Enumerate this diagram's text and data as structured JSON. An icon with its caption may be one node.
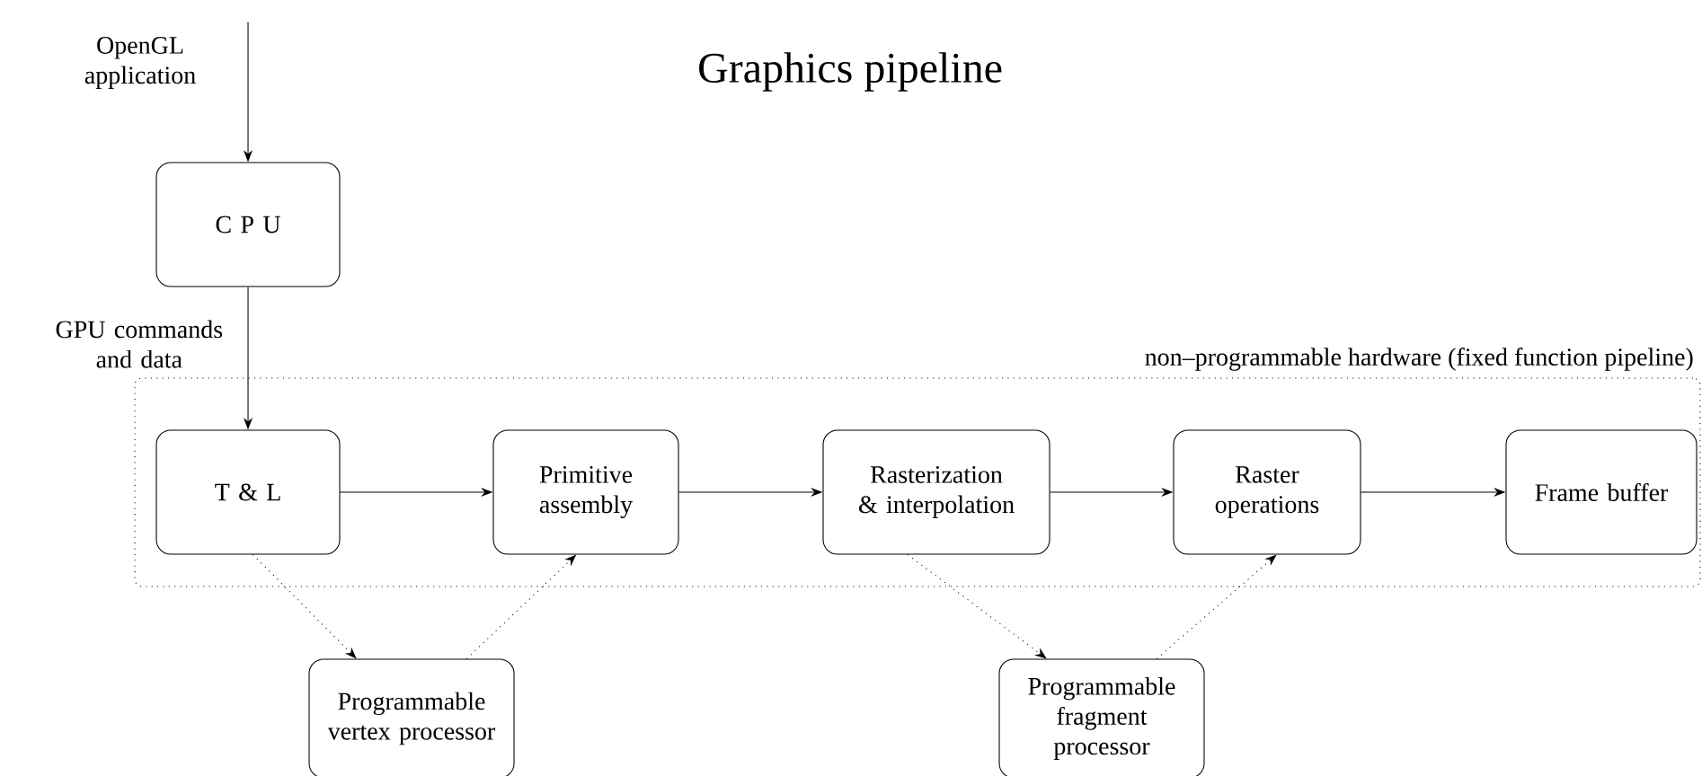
{
  "diagram": {
    "title": "Graphics pipeline",
    "nodes": [
      {
        "text": [
          "non–programmable hardware (fixed function pipeline)"
        ]
      },
      {
        "text": [
          "C P U"
        ]
      },
      {
        "text": [
          "T & L"
        ],
        "in": 0
      },
      {
        "text": [
          "Primitive assembly"
        ],
        "in": 0
      },
      {
        "text": [
          "Rasterization & interpolation"
        ],
        "in": 0
      },
      {
        "text": [
          "Raster operations"
        ],
        "in": 0
      },
      {
        "text": [
          "Frame buffer"
        ],
        "in": 0
      },
      {
        "text": [
          "Programmable vertex processor"
        ]
      },
      {
        "text": [
          "Programmable fragment processor"
        ]
      }
    ],
    "edges": [
      {
        "from": null,
        "to": 1,
        "arrow": "to"
      },
      {
        "from": 1,
        "to": 2,
        "arrow": "to",
        "label": "GPU commands and data"
      },
      {
        "from": 2,
        "to": 3,
        "arrow": "to"
      },
      {
        "from": 3,
        "to": 4,
        "arrow": "to"
      },
      {
        "from": 4,
        "to": 5,
        "arrow": "to"
      },
      {
        "from": 5,
        "to": 6,
        "arrow": "to"
      },
      {
        "from": 2,
        "to": 7,
        "arrow": "to",
        "style": "dashed"
      },
      {
        "from": 7,
        "to": 3,
        "arrow": "to",
        "style": "dashed"
      },
      {
        "from": 4,
        "to": 8,
        "arrow": "to",
        "style": "dashed"
      },
      {
        "from": 8,
        "to": 5,
        "arrow": "to",
        "style": "dashed"
      }
    ],
    "labels": [
      "OpenGL application"
    ]
  }
}
